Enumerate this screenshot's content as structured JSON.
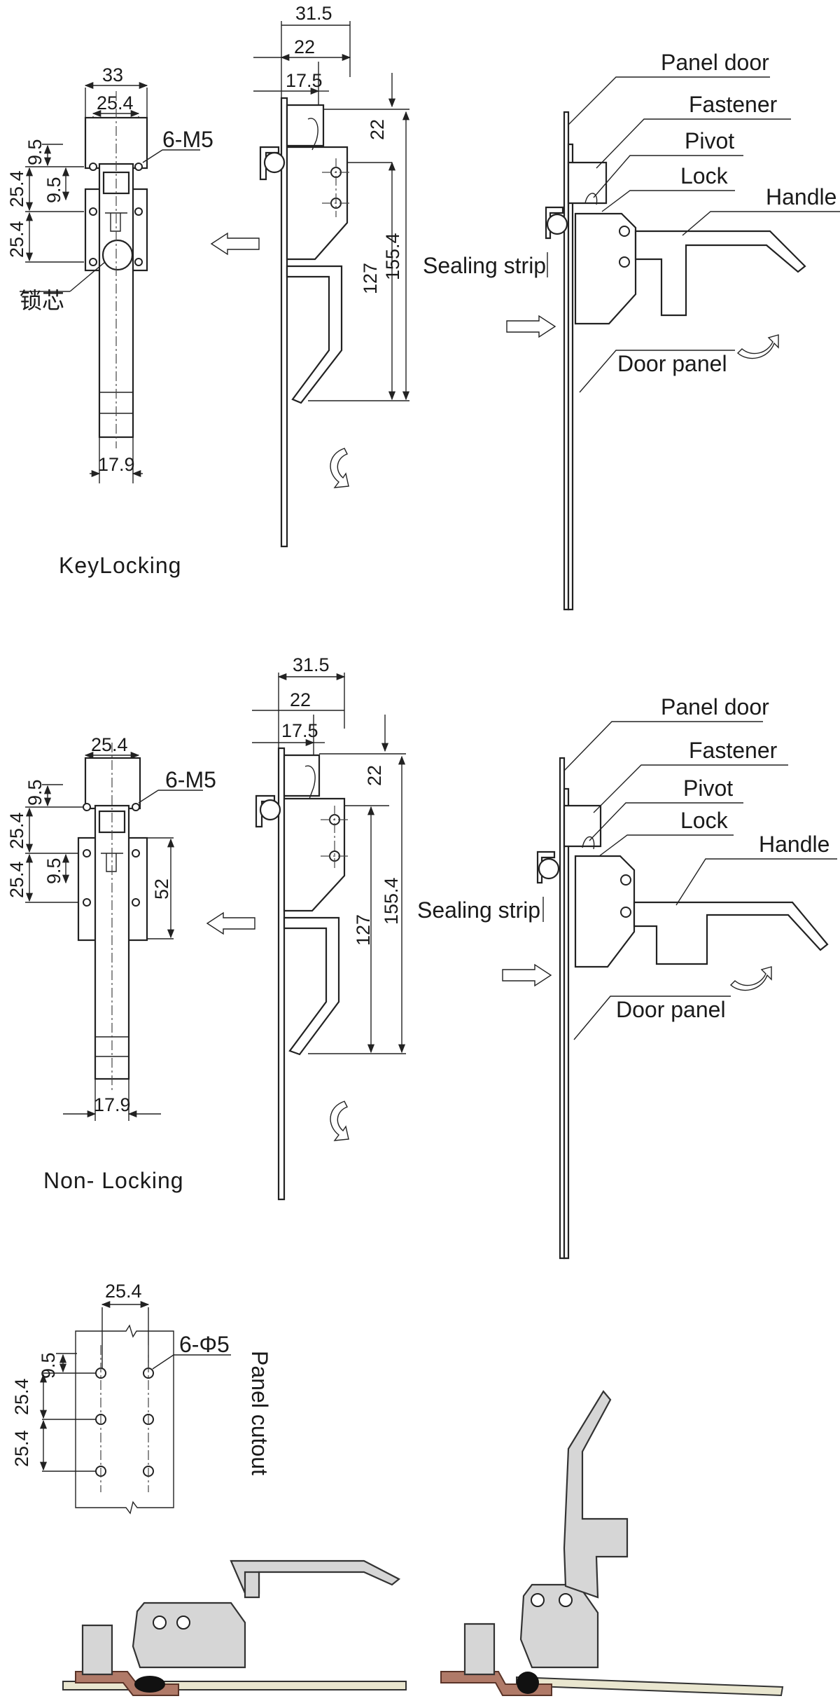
{
  "keylocking": {
    "caption": "KeyLocking",
    "front_dims": {
      "w33": "33",
      "w25_4": "25.4",
      "h9_5": "9.5",
      "h25_4_top": "25.4",
      "h25_4_bot": "25.4",
      "h9_5_inner": "9.5",
      "w17_9": "17.9"
    },
    "holes_label": "6-M5",
    "core_label": "锁芯",
    "side_dims": {
      "d31_5": "31.5",
      "d22_top": "22",
      "d17_5": "17.5",
      "d22_side": "22",
      "d127": "127",
      "d155_4": "155.4"
    },
    "install_labels": {
      "panel_door": "Panel door",
      "fastener": "Fastener",
      "pivot": "Pivot",
      "lock": "Lock",
      "handle": "Handle",
      "sealing_strip": "Sealing strip",
      "door_panel": "Door panel"
    }
  },
  "nonlocking": {
    "caption": "Non- Locking",
    "front_dims": {
      "w25_4": "25.4",
      "h9_5": "9.5",
      "h25_4_top": "25.4",
      "h25_4_bot": "25.4",
      "h9_5_inner": "9.5",
      "h52": "52",
      "w17_9": "17.9"
    },
    "holes_label": "6-M5",
    "side_dims": {
      "d31_5": "31.5",
      "d22_top": "22",
      "d17_5": "17.5",
      "d22_side": "22",
      "d127": "127",
      "d155_4": "155.4"
    },
    "install_labels": {
      "panel_door": "Panel door",
      "fastener": "Fastener",
      "pivot": "Pivot",
      "lock": "Lock",
      "handle": "Handle",
      "sealing_strip": "Sealing strip",
      "door_panel": "Door panel"
    }
  },
  "cutout": {
    "title": "Panel cutout",
    "dims": {
      "w25_4": "25.4",
      "h9_5": "9.5",
      "h25_4_top": "25.4",
      "h25_4_bot": "25.4"
    },
    "holes_label": "6-Φ5"
  }
}
